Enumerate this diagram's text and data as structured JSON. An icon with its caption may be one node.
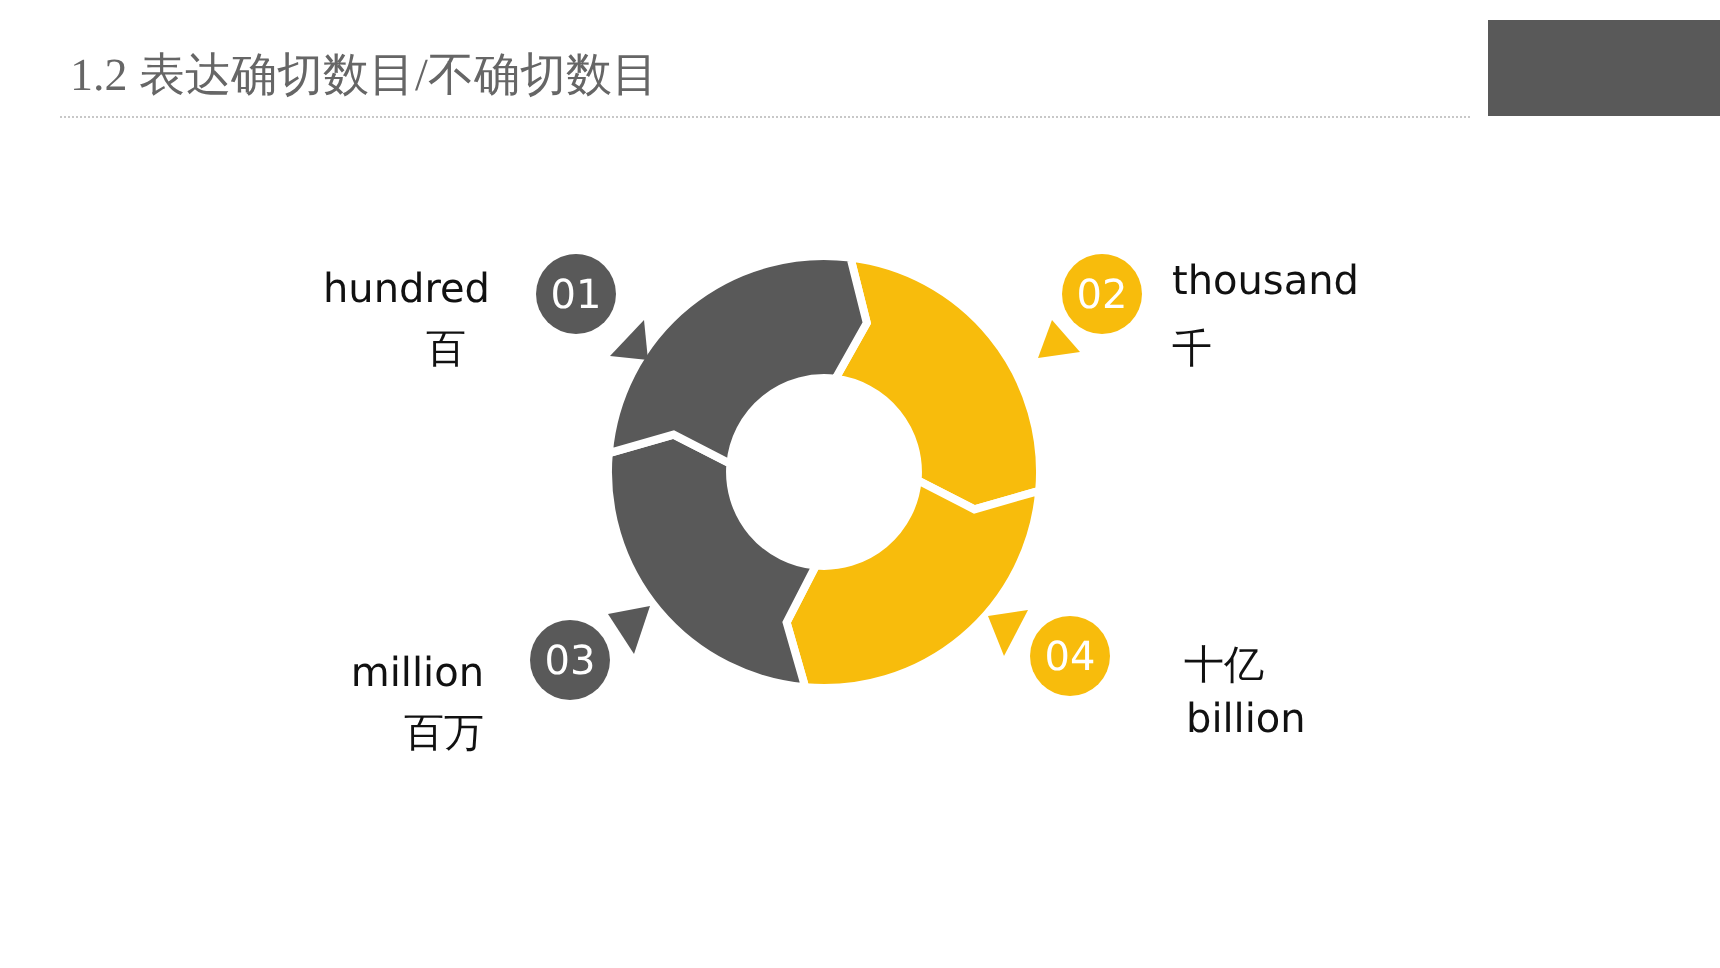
{
  "diagram": {
    "title": "1.2 表达确切数目/不确切数目",
    "nodes": [
      {
        "text": [
          "01"
        ],
        "beside": [
          "hundred",
          "百"
        ]
      },
      {
        "text": [
          "02"
        ],
        "beside": [
          "thousand",
          "千"
        ]
      },
      {
        "text": [
          "03"
        ],
        "beside": [
          "million",
          "百万"
        ]
      },
      {
        "text": [
          "04"
        ],
        "beside": [
          "十亿",
          "billion"
        ]
      }
    ]
  }
}
